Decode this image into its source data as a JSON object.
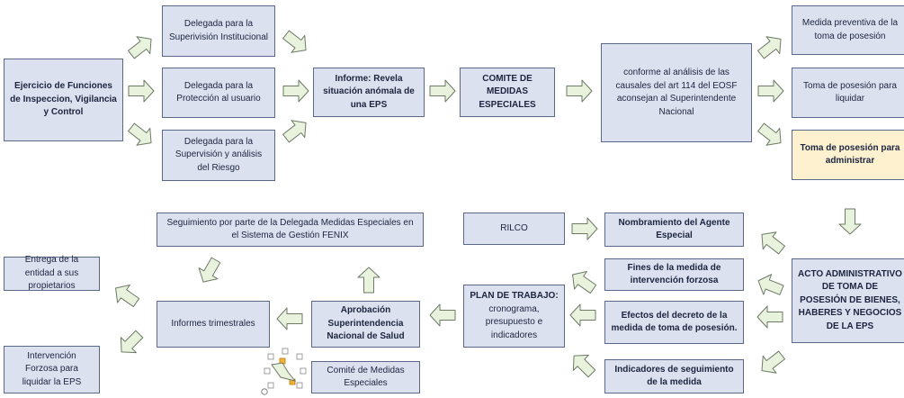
{
  "nodes": {
    "ejercicio": "Ejercicio de Funciones de Inspeccion, Vigilancia y Control",
    "del_supervision_inst": "Delegada para la Superivisión Institucional",
    "del_proteccion": "Delegada para la Protección al usuario",
    "del_riesgo": "Delegada para la Supervisión  y análisis del Riesgo",
    "informe": "Informe: Revela situación anómala de una EPS",
    "comite": "COMITE DE MEDIDAS ESPECIALES",
    "conforme": "conforme al análisis de las causales del art 114 del EOSF aconsejan al Superintendente Nacional",
    "medida_preventiva": "Medida preventiva de la toma de posesión",
    "toma_liquidar": "Toma de posesión para liquidar",
    "toma_administrar": "Toma de posesión para administrar",
    "acto": "ACTO ADMINISTRATIVO DE TOMA DE POSESIÓN DE BIENES, HABERES Y NEGOCIOS DE LA EPS",
    "nombramiento": "Nombramiento del Agente Especial",
    "rilco": "RILCO",
    "fines": "Fines de la medida de intervención forzosa",
    "efectos": "Efectos del decreto de la medida de toma de posesión.",
    "indicadores": "Indicadores de seguimiento de la medida",
    "plan_title": "PLAN DE TRABAJO:",
    "plan_body": "cronograma, presupuesto e indicadores",
    "aprobacion": "Aprobación Superintendencia Nacional de Salud",
    "comite_medidas": "Comité de Medidas Especiales",
    "seguimiento": "Seguimiento por parte de la Delegada Medidas Especiales en el Sistema de Gestión FENIX",
    "informes_trimestrales": "Informes trimestrales",
    "entrega": "Entrega de la entidad a sus propietarios",
    "intervencion": "Intervención Forzosa para liquidar la EPS"
  },
  "colors": {
    "box_fill": "#dbe1ee",
    "box_border": "#5a6787",
    "highlight_fill": "#fdf1cf",
    "arrow_fill": "#e8f2dc",
    "arrow_stroke": "#6d7a66"
  }
}
